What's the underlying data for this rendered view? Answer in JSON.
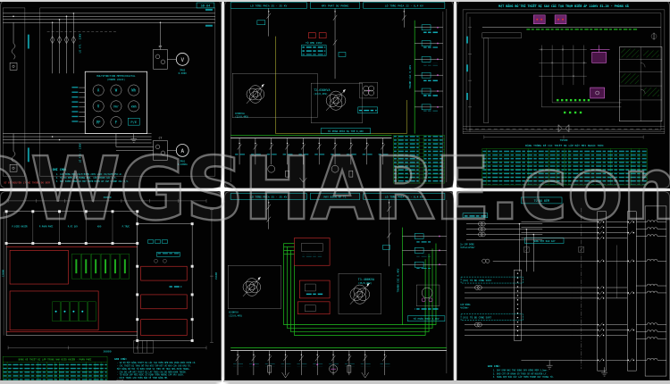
{
  "watermark": {
    "text": "DWGSHARE.com"
  },
  "panel1": {
    "sheet_no": "SĐ-04",
    "feeder_top": "LỘ 471 - 22KV",
    "feeder_bottom": "LỘ 473 - 22KV",
    "meter_title_1": "MULTIFUNCTION METER/DIGITAL",
    "meter_title_2": "(POWER LOGIC)",
    "meter_cells": {
      "a": "A",
      "w": "W",
      "wh": "Wh",
      "v": "V",
      "var": "VAr",
      "kwh": "kWh",
      "pf": "PF",
      "f": "F",
      "pe": "P/E"
    },
    "pt_label": "PT",
    "ct_label": "CT",
    "volt_label": "V",
    "amp_label": "A",
    "volt_caption_1": "7M02",
    "volt_caption_2": "0-500V",
    "amp_caption_1": "7M01",
    "amp_caption_2": "0-1000A",
    "diagram_caption": "SƠ ĐỒ NGUYÊN LÝ HỆ THỐNG ĐO ĐẾM",
    "notes_title": "GHI CHÚ:",
    "notes": [
      "1. CÁP ĐỒNG BỌC CÁCH ĐIỆN 24KV LOẠI CU/XLPE/PVC-W.",
      "2. TỦ ĐO ĐẾM LẮP TRONG NHÀ, CẤP CHÍNH XÁC 0,5.",
      "3. MÁY BIẾN DÒNG VÀ MÁY BIẾN ĐIỆN ÁP CẤP CHÍNH XÁC 0,5."
    ]
  },
  "panel2": {
    "header": [
      "LỘ TỔNG PHÍA 35 - 35 KV",
      "MÁY PHÁT DỰ PHÒNG",
      "LỘ TỔNG PHÍA 22 - 0,4 KV"
    ],
    "rmu_label": "TỦ RMU 24KV",
    "tx_left_label": "630KVA",
    "tx_left_sub": "(22/0,4KV)",
    "tx_label": "T2-630KVA",
    "tx_sub": "(22/0,4KV)",
    "busbar_label": "THANH CÁI 0,4KV",
    "lv_panel_label": "TỦ PHÂN PHỐI HẠ THẾ 0,4KV"
  },
  "panel3": {
    "title": "MẶT BẰNG BỐ TRÍ THIẾT BỊ SAU CẢI TẠO TRẠM BIẾN ÁP 110KV E1.20 - PHÒNG XÃ",
    "table_title": "BẢNG THỐNG KÊ CÁC THIẾT BỊ LẮP ĐẶT MỚI NGOÀI TRỜI",
    "dim_bottom": "79500"
  },
  "panel4": {
    "rooms": [
      "P.ĐIỀU KHIỂN",
      "P.PHÂN PHỐI",
      "P.ẮC QUY",
      "KHO",
      "P.TRỰC"
    ],
    "table_title": "BẢNG KÊ THIẾT BỊ LẮP TRONG NHÀ ĐIỀU KHIỂN - PHÂN PHỐI",
    "notes_title": "GHI CHÚ:",
    "notes": [
      "- SƠ ĐỒ MẶT BẰNG THIẾT BỊ CẢI TẠO TRÊN NỀN NHÀ PHÂN PHỐI HIỆN CÓ.",
      "- CÁC THIẾT BỊ THÁO DỠ THU HỒI TẬP KẾT VỀ KHO CỦA CHỦ ĐẦU TƯ.",
      "  MẶT BẰNG BỐ TRÍ TỦ ĐƯỢC ĐỊNH VỊ THEO HỆ TRỤC NHÀ HIỆN TRẠNG.",
      "- CAO ĐỘ LẮP ĐẶT THIẾT BỊ LẤY THEO CAO ĐỘ NỀN HOÀN THIỆN.",
      "- TỦ ĐIỆN LẮP MỚI ĐƯỢC CỐ ĐỊNH TRÊN MƯƠNG CÁP XÂY GẠCH.",
      "- KÍCH THƯỚC GHI TRÊN BẢN VẼ TÍNH BẰNG MM."
    ],
    "legend_label": "TƯỜNG XÂY GẠCH",
    "dim_top": "36000",
    "dim_bottom": "36000",
    "dim_left": "12000",
    "dim_right": "15600"
  },
  "panel5": {
    "header": [
      "LỘ TỔNG PHÍA 35 - 35 KV",
      "MÁY BIẾN ÁP T1",
      "LỘ TỔNG PHÍA 22 - 0,4 KV"
    ],
    "tx_left_label": "630KVA",
    "tx_left_sub": "(22/0,4KV)",
    "tx_label": "T1-400KVA",
    "tx_sub": "(35/0,4KV)",
    "busbar_label": "THANH CÁI 0,4KV",
    "lv_panel_label": "TỦ PHÂN PHỐI 0,4KV"
  },
  "panel6": {
    "top_label": "TỦ ĐO ĐẾM",
    "mid_label": "HÀNG KẸP ĐẤU DÂY",
    "cable_label_1": "2x CÁP ĐỒNG",
    "cable_label_2": "3x35+1x25mm²",
    "cable2_label_1": "CÁP ĐỒNG",
    "cable2_label_2": "4x10mm²",
    "section_k2": "[K2] TỦ BÙ CÔNG SUẤT",
    "section_k3": "[K3] TỦ BÙ CÔNG SUẤT",
    "notes_title": "GHI CHÚ:",
    "notes": [
      "1. DÂY DẪN NHỊ THỨ DÙNG DÂY ĐỒNG MỀM 2,5mm².",
      "2. ĐẦU CỐT ÉP ĐÁNH SỐ THEO SƠ ĐỒ NGUYÊN LÝ.",
      "3. HÀNG KẸP ĐẤU DÂY LẮP TRÊN THANH RAY TRONG TỦ."
    ]
  }
}
